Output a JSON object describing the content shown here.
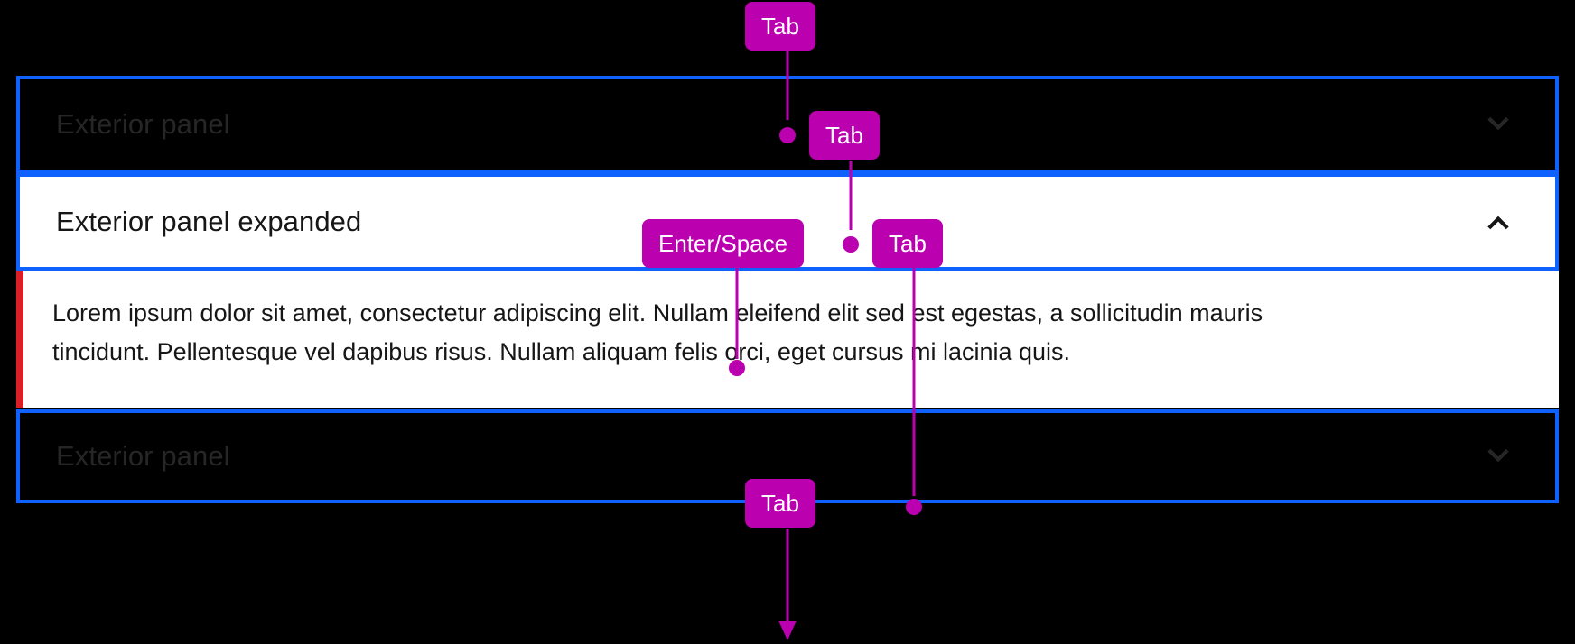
{
  "theme": {
    "background": "#000000",
    "focus_outline": "#0f62fe",
    "annotation": "#bb00b0",
    "error_bar": "#da1e28",
    "panel_expanded_bg": "#ffffff",
    "title_dim": "#262626",
    "title_strong": "#161616"
  },
  "accordion": {
    "panels": [
      {
        "id": "panel-top",
        "title": "Exterior panel",
        "state": "collapsed",
        "chevron": "chevron-down-icon"
      },
      {
        "id": "panel-expanded",
        "title": "Exterior panel expanded",
        "state": "expanded",
        "chevron": "chevron-up-icon",
        "content": "Lorem ipsum dolor sit amet, consectetur adipiscing elit. Nullam eleifend elit sed est egestas, a sollicitudin mauris tincidunt. Pellentesque vel dapibus risus. Nullam aliquam felis orci, eget cursus mi lacinia quis."
      },
      {
        "id": "panel-bottom",
        "title": "Exterior panel",
        "state": "collapsed",
        "chevron": "chevron-down-icon"
      }
    ]
  },
  "annotations": {
    "keys": [
      {
        "id": "key-tab-1",
        "label": "Tab"
      },
      {
        "id": "key-tab-2",
        "label": "Tab"
      },
      {
        "id": "key-enter-space",
        "label": "Enter/Space"
      },
      {
        "id": "key-tab-3",
        "label": "Tab"
      },
      {
        "id": "key-tab-4",
        "label": "Tab"
      }
    ]
  }
}
